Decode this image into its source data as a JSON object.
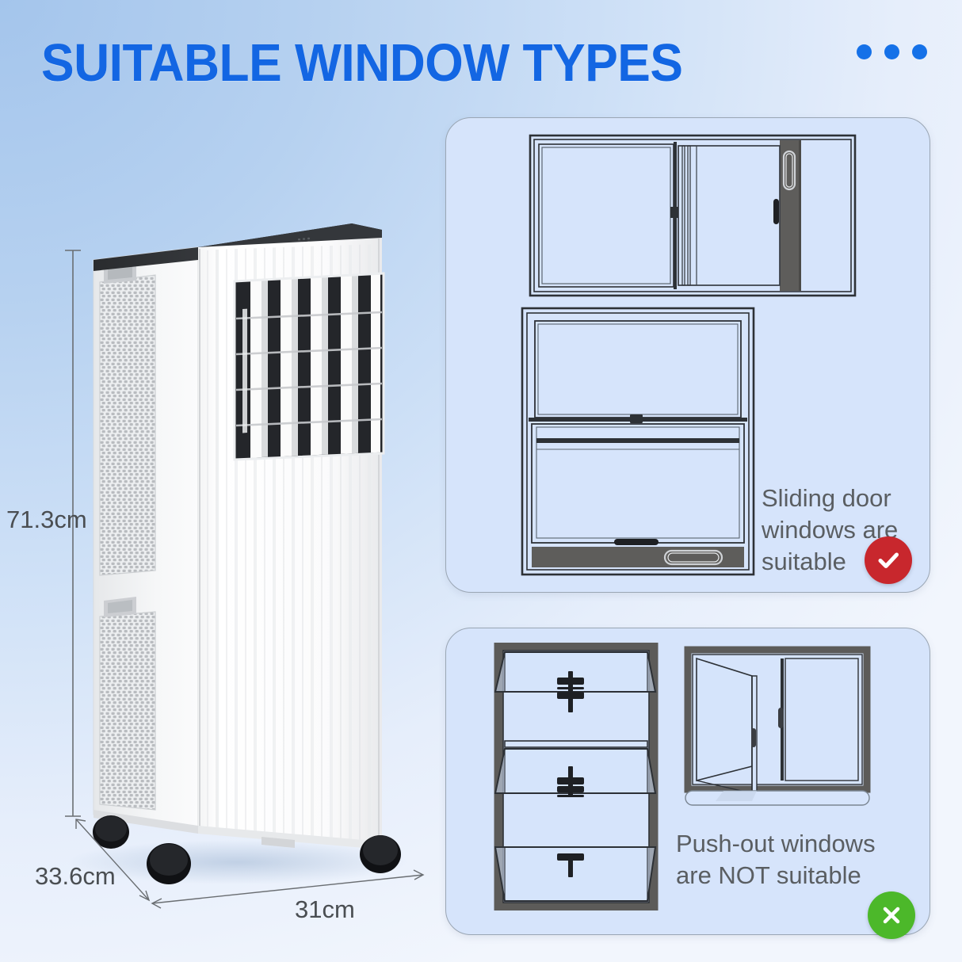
{
  "header": {
    "title": "SUITABLE WINDOW TYPES",
    "dots_count": 3,
    "title_color": "#1366e3",
    "dot_color": "#1571e8"
  },
  "product": {
    "name": "portable-air-conditioner",
    "dimensions": {
      "height": "71.3cm",
      "depth": "33.6cm",
      "width": "31cm"
    },
    "colors": {
      "body": "#fdfdfd",
      "top_cap": "#2e3134",
      "louver": "#24262a",
      "caster": "#161719",
      "grille": "#e3e5e7"
    }
  },
  "panels": [
    {
      "id": "suitable",
      "caption": "Sliding door windows are suitable",
      "verdict": "suitable",
      "badge_icon": "check-icon",
      "badge_color": "#c8272d",
      "windows": [
        {
          "name": "horizontal-sliding-window",
          "style": "slider-horizontal"
        },
        {
          "name": "vertical-sash-window",
          "style": "sash"
        }
      ]
    },
    {
      "id": "unsuitable",
      "caption": "Push-out windows are NOT suitable",
      "verdict": "not-suitable",
      "badge_icon": "cross-icon",
      "badge_color": "#4cb82a",
      "windows": [
        {
          "name": "awning-push-out-window",
          "style": "awning"
        },
        {
          "name": "casement-push-out-window",
          "style": "casement"
        }
      ]
    }
  ],
  "background": {
    "from": "#a4c5ec",
    "to": "#f2f6fd"
  }
}
